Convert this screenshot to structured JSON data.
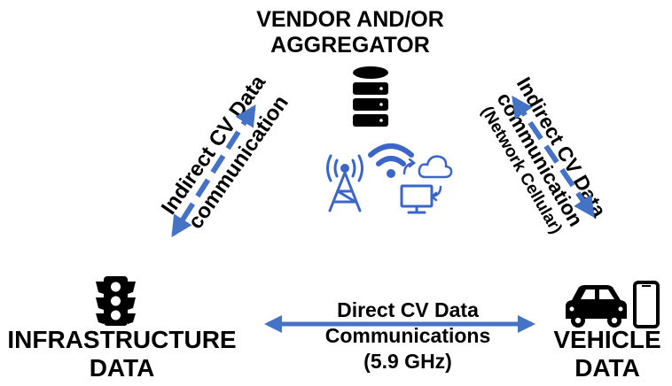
{
  "nodes": {
    "vendor": {
      "line1": "VENDOR AND/OR",
      "line2": "AGGREGATOR"
    },
    "infrastructure": {
      "line1": "INFRASTRUCTURE",
      "line2": "DATA"
    },
    "vehicle": {
      "line1": "VEHICLE",
      "line2": "DATA"
    }
  },
  "edges": {
    "left": {
      "line1": "Indirect CV Data",
      "line2": "communication"
    },
    "right": {
      "line1": "Indirect CV Data",
      "line2": "communication",
      "line3": "(Network Cellular)"
    },
    "bottom": {
      "line1": "Direct CV Data",
      "line2": "Communications",
      "line3": "(5.9 GHz)"
    }
  },
  "colors": {
    "arrow": "#4472c4",
    "icon": "#000000",
    "network_icons": "#3b66c8"
  },
  "icons": [
    "database-icon",
    "radio-tower-icon",
    "wifi-icon",
    "cloud-sync-icon",
    "monitor-icon",
    "traffic-light-icon",
    "car-icon",
    "smartphone-icon"
  ]
}
